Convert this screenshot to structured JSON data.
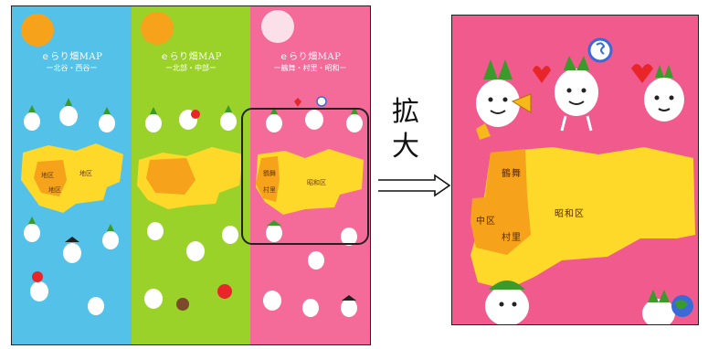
{
  "arrow_label": [
    "拡",
    "大"
  ],
  "panels": [
    {
      "id": "blue",
      "title": "ｅらり畑MAP",
      "subtitle": "ー北谷・西谷ー",
      "color": "#54c1e8"
    },
    {
      "id": "green",
      "title": "ｅらり畑MAP",
      "subtitle": "ー北部・中部ー",
      "color": "#9ad22a"
    },
    {
      "id": "pink",
      "title": "ｅらり畑MAP",
      "subtitle": "ー鶴舞・村里・昭和ー",
      "color": "#f46a98"
    }
  ],
  "map_labels_small": {
    "blue": [
      "地区",
      "地区",
      "地区"
    ],
    "pink": [
      "鶴舞",
      "村里",
      "昭和区"
    ]
  },
  "zoom_labels": {
    "tsurumai": "鶴舞",
    "murasato": "村里",
    "left_small": "中区",
    "showa": "昭和区"
  },
  "colors": {
    "map_yellow": "#ffd92a",
    "map_orange": "#f6a21a",
    "pink_bg": "#f05a8c",
    "border": "#222222"
  },
  "icon_names": [
    "turnip-character-icon",
    "megaphone-icon",
    "heart-icon",
    "coin-icon",
    "flower-icon",
    "globe-icon",
    "tree-icon"
  ]
}
